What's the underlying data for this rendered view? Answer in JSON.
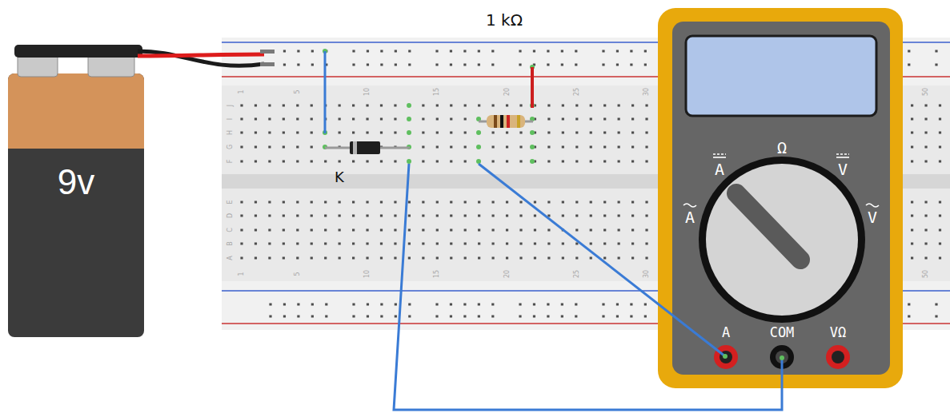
{
  "diagram": {
    "labels": [
      "1 kΩ",
      "9v",
      "K",
      "J",
      "I",
      "H",
      "G",
      "F",
      "E",
      "D",
      "C",
      "B",
      "A",
      "1",
      "5",
      "10",
      "15",
      "20",
      "25",
      "30",
      "50",
      "1",
      "5",
      "10",
      "15",
      "20",
      "25",
      "30",
      "50",
      "A",
      "Ω",
      "V",
      "A",
      "V",
      "A",
      "COM",
      "VΩ"
    ]
  }
}
